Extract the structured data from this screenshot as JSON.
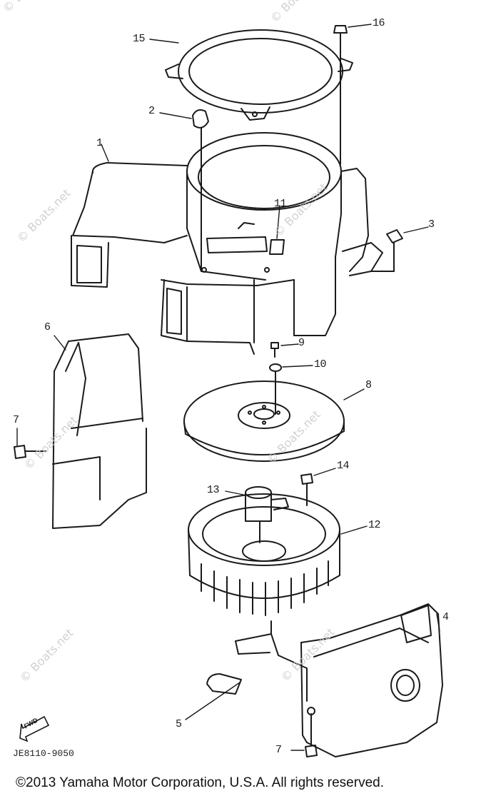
{
  "diagram": {
    "part_numbers": [
      "1",
      "2",
      "3",
      "4",
      "5",
      "6",
      "7",
      "7",
      "8",
      "9",
      "10",
      "11",
      "12",
      "13",
      "14",
      "15",
      "16"
    ],
    "direction_badge": "FWD",
    "drawing_code": "JE8110-9050",
    "watermark": "© Boats.net",
    "copyright": "©2013 Yamaha Motor Corporation, U.S.A. All rights reserved.",
    "colors": {
      "line": "#1a1a1a",
      "background": "#ffffff",
      "watermark": "#c9c9c9"
    }
  }
}
